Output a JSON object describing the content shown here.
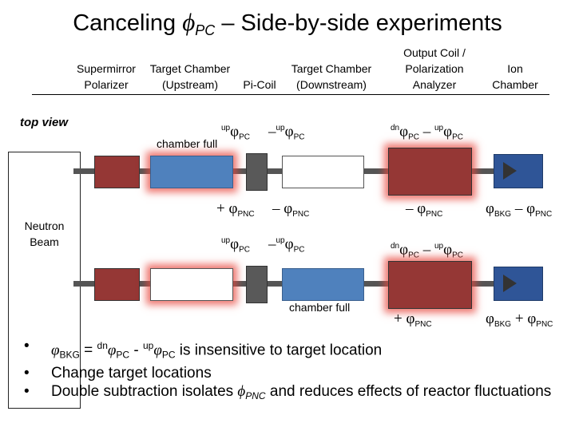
{
  "title": {
    "prefix": "Canceling ",
    "phi": "ϕ",
    "sub": "PC",
    "suffix": " – Side-by-side experiments"
  },
  "headers": {
    "supermirror": [
      "Supermirror",
      "Polarizer"
    ],
    "target_upstream": [
      "Target Chamber",
      "(Upstream)"
    ],
    "pi_coil": "Pi-Coil",
    "target_downstream": [
      "Target Chamber",
      "(Downstream)"
    ],
    "output_coil": [
      "Output Coil /",
      "Polarization",
      "Analyzer"
    ],
    "ion_chamber": [
      "Ion",
      "Chamber"
    ]
  },
  "top_view": "top view",
  "source_label": [
    "Neutron",
    "Beam"
  ],
  "row1": {
    "up_pc": {
      "sign": "",
      "sup": "up",
      "phi": "φ",
      "sub": "PC"
    },
    "down_pc": {
      "sign": "–",
      "sup": "up",
      "phi": "φ",
      "sub": "PC"
    },
    "analyzer_pc": {
      "sup1": "dn",
      "phi1": "φ",
      "sub1": "PC",
      "op": " – ",
      "sup2": "up",
      "phi2": "φ",
      "sub2": "PC"
    },
    "chamber_full": "chamber full",
    "pnc_up": {
      "sign": "+ ",
      "phi": "φ",
      "sub": "PNC"
    },
    "pnc_down": {
      "sign": "– ",
      "phi": "φ",
      "sub": "PNC"
    },
    "pnc_analyzer": {
      "sign": "– ",
      "phi": "φ",
      "sub": "PNC"
    },
    "ion": {
      "phi1": "φ",
      "sub1": "BKG",
      "op": " – ",
      "phi2": "φ",
      "sub2": "PNC"
    }
  },
  "row2": {
    "up_pc": {
      "sign": "",
      "sup": "up",
      "phi": "φ",
      "sub": "PC"
    },
    "down_pc": {
      "sign": "–",
      "sup": "up",
      "phi": "φ",
      "sub": "PC"
    },
    "analyzer_pc": {
      "sup1": "dn",
      "phi1": "φ",
      "sub1": "PC",
      "op": " – ",
      "sup2": "up",
      "phi2": "φ",
      "sub2": "PC"
    },
    "chamber_full": "chamber full",
    "pnc_analyzer": {
      "sign": "+ ",
      "phi": "φ",
      "sub": "PNC"
    },
    "ion": {
      "phi1": "φ",
      "sub1": "BKG",
      "op": " + ",
      "phi2": "φ",
      "sub2": "PNC"
    }
  },
  "bullets": {
    "b1": {
      "phi": "φ",
      "sub": "BKG",
      "eq": " = ",
      "sup1": "dn",
      "phi1": "φ",
      "sub1": "PC",
      "minus": " - ",
      "sup2": "up",
      "phi2": "φ",
      "sub2": "PC",
      "rest": " is insensitive to target location"
    },
    "b2": "Change target locations",
    "b3": {
      "pre": "Double subtraction isolates ",
      "phi": "ϕ",
      "sub": "PNC",
      "post": " and reduces effects of reactor fluctuations"
    },
    "dot": "•"
  },
  "colors": {
    "polarizer": "#953735",
    "target": "#4f81bd",
    "pi_coil": "#595959",
    "glow": "#e84a40",
    "ion_chamber": "#2f5597"
  }
}
